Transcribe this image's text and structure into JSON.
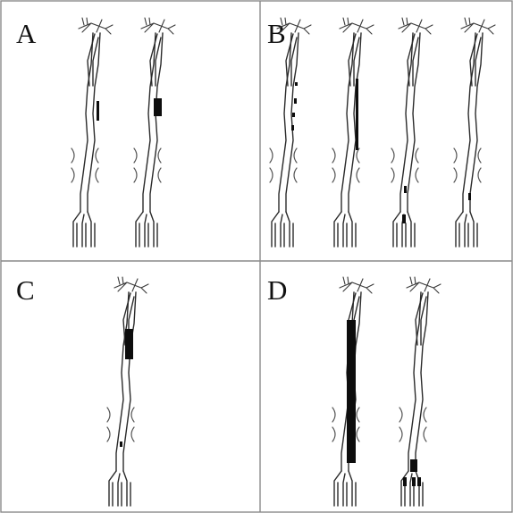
{
  "panels": [
    {
      "label": "A",
      "drawings": 2,
      "description_key": "A"
    },
    {
      "label": "B",
      "drawings": 4,
      "description_key": "B"
    },
    {
      "label": "C",
      "drawings": 1,
      "description_key": "C"
    },
    {
      "label": "D",
      "drawings": 2,
      "description_key": "D"
    }
  ],
  "colors": {
    "background": "#ffffff",
    "grid_border": "#8a8a8a",
    "vessel_stroke": "#2a2a2a",
    "lesion_fill": "#0d0d0d",
    "knee_stroke": "#555555"
  },
  "lesion_types": {
    "A": [
      "short-stenosis",
      "short-occlusion"
    ],
    "B": [
      "multiple-stenoses",
      "long-irregular-lesion",
      "distal-lesion",
      "distal-lesion-small"
    ],
    "C": [
      "occlusion-mid"
    ],
    "D": [
      "long-occlusion",
      "tibial-trifurcation-occlusion"
    ]
  }
}
